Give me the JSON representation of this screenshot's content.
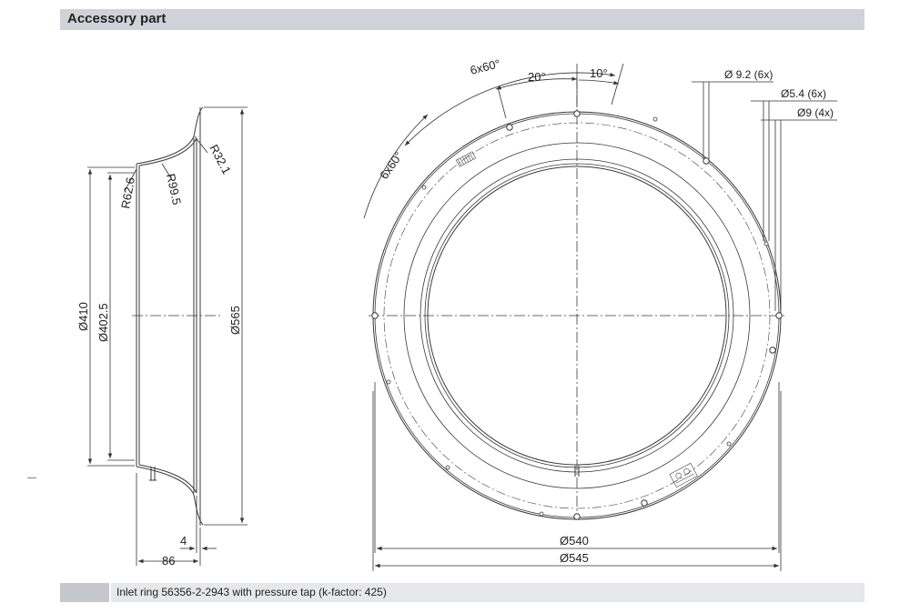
{
  "header": {
    "title": "Accessory part"
  },
  "footer": {
    "caption": "Inlet ring 56356-2-2943 with pressure tap (k-factor: 425)"
  },
  "side_view": {
    "dim_outer": "Ø565",
    "dim_mid": "Ø410",
    "dim_inner": "Ø402.5",
    "radius_1": "R62.6",
    "radius_2": "R99.5",
    "radius_3": "R32.1",
    "depth": "86",
    "flange": "4"
  },
  "front_view": {
    "angle_top": "6x60°",
    "angle_left": "6x60°",
    "angle_20": "20°",
    "angle_10": "10°",
    "hole_1": "Ø 9.2 (6x)",
    "hole_2": "Ø5.4 (6x)",
    "hole_3": "Ø9 (4x)",
    "dim_540": "Ø540",
    "dim_545": "Ø545"
  },
  "colors": {
    "line": "#3a3a3a",
    "header": "#cfd3d8",
    "footer": "#e6e8ea"
  }
}
